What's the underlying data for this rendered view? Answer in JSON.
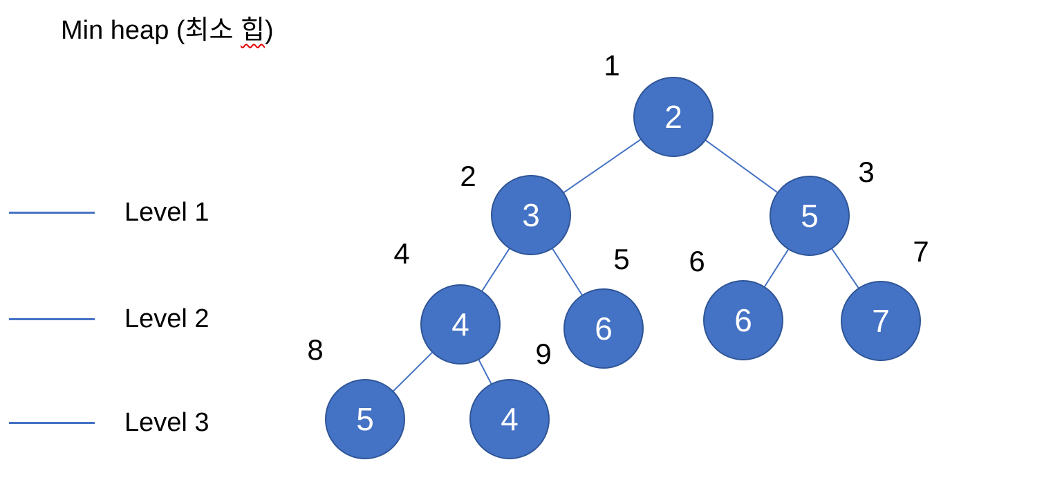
{
  "title": {
    "prefix": "Min heap (최소 ",
    "misspelled": "힙",
    "suffix": ")"
  },
  "legend": {
    "items": [
      {
        "label": "Level 1"
      },
      {
        "label": "Level 2"
      },
      {
        "label": "Level 3"
      }
    ]
  },
  "tree": {
    "name": "Min heap",
    "nodes": [
      {
        "index": "1",
        "value": "2",
        "level": 0
      },
      {
        "index": "2",
        "value": "3",
        "level": 1
      },
      {
        "index": "3",
        "value": "5",
        "level": 1
      },
      {
        "index": "4",
        "value": "4",
        "level": 2
      },
      {
        "index": "5",
        "value": "6",
        "level": 2
      },
      {
        "index": "6",
        "value": "6",
        "level": 2
      },
      {
        "index": "7",
        "value": "7",
        "level": 2
      },
      {
        "index": "8",
        "value": "5",
        "level": 3
      },
      {
        "index": "9",
        "value": "4",
        "level": 3
      }
    ],
    "edges": [
      [
        "1",
        "2"
      ],
      [
        "1",
        "3"
      ],
      [
        "2",
        "4"
      ],
      [
        "2",
        "5"
      ],
      [
        "3",
        "6"
      ],
      [
        "3",
        "7"
      ],
      [
        "4",
        "8"
      ],
      [
        "4",
        "9"
      ]
    ]
  },
  "colors": {
    "node_fill": "#4472C4",
    "node_border": "#2F5597",
    "edge": "#4472C4",
    "text": "#000000",
    "node_text": "#FFFFFF",
    "spellcheck_underline": "#E40000"
  }
}
